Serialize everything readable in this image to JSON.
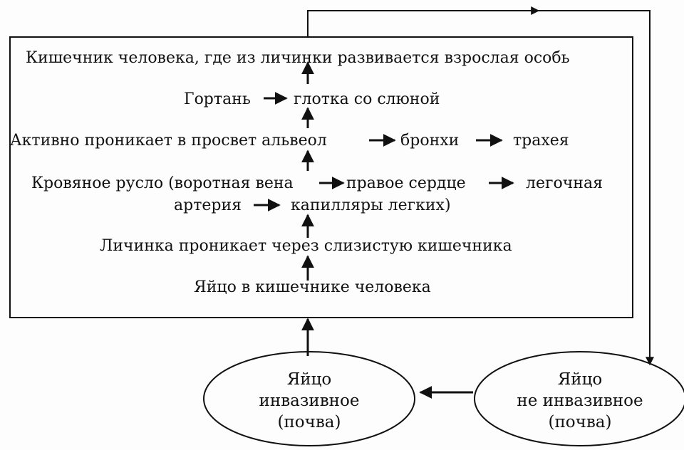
{
  "box": {
    "row1": "Кишечник человека, где из личинки развивается взрослая особь",
    "row2": {
      "a": "Гортань",
      "b": "глотка со слюной"
    },
    "row3": {
      "a": "Активно проникает в просвет альвеол",
      "b": "бронхи",
      "c": "трахея"
    },
    "row4": {
      "a": "Кровяное русло (воротная вена",
      "b": "правое сердце",
      "c": "легочная"
    },
    "row5": {
      "a": "артерия",
      "b": "капилляры легких)"
    },
    "row6": "Личинка проникает через слизистую кишечника",
    "row7": "Яйцо в кишечнике человека"
  },
  "left_ellipse": {
    "line1": "Яйцо",
    "line2": "инвазивное",
    "line3": "(почва)"
  },
  "right_ellipse": {
    "line1": "Яйцо",
    "line2": "не инвазивное",
    "line3": "(почва)"
  }
}
